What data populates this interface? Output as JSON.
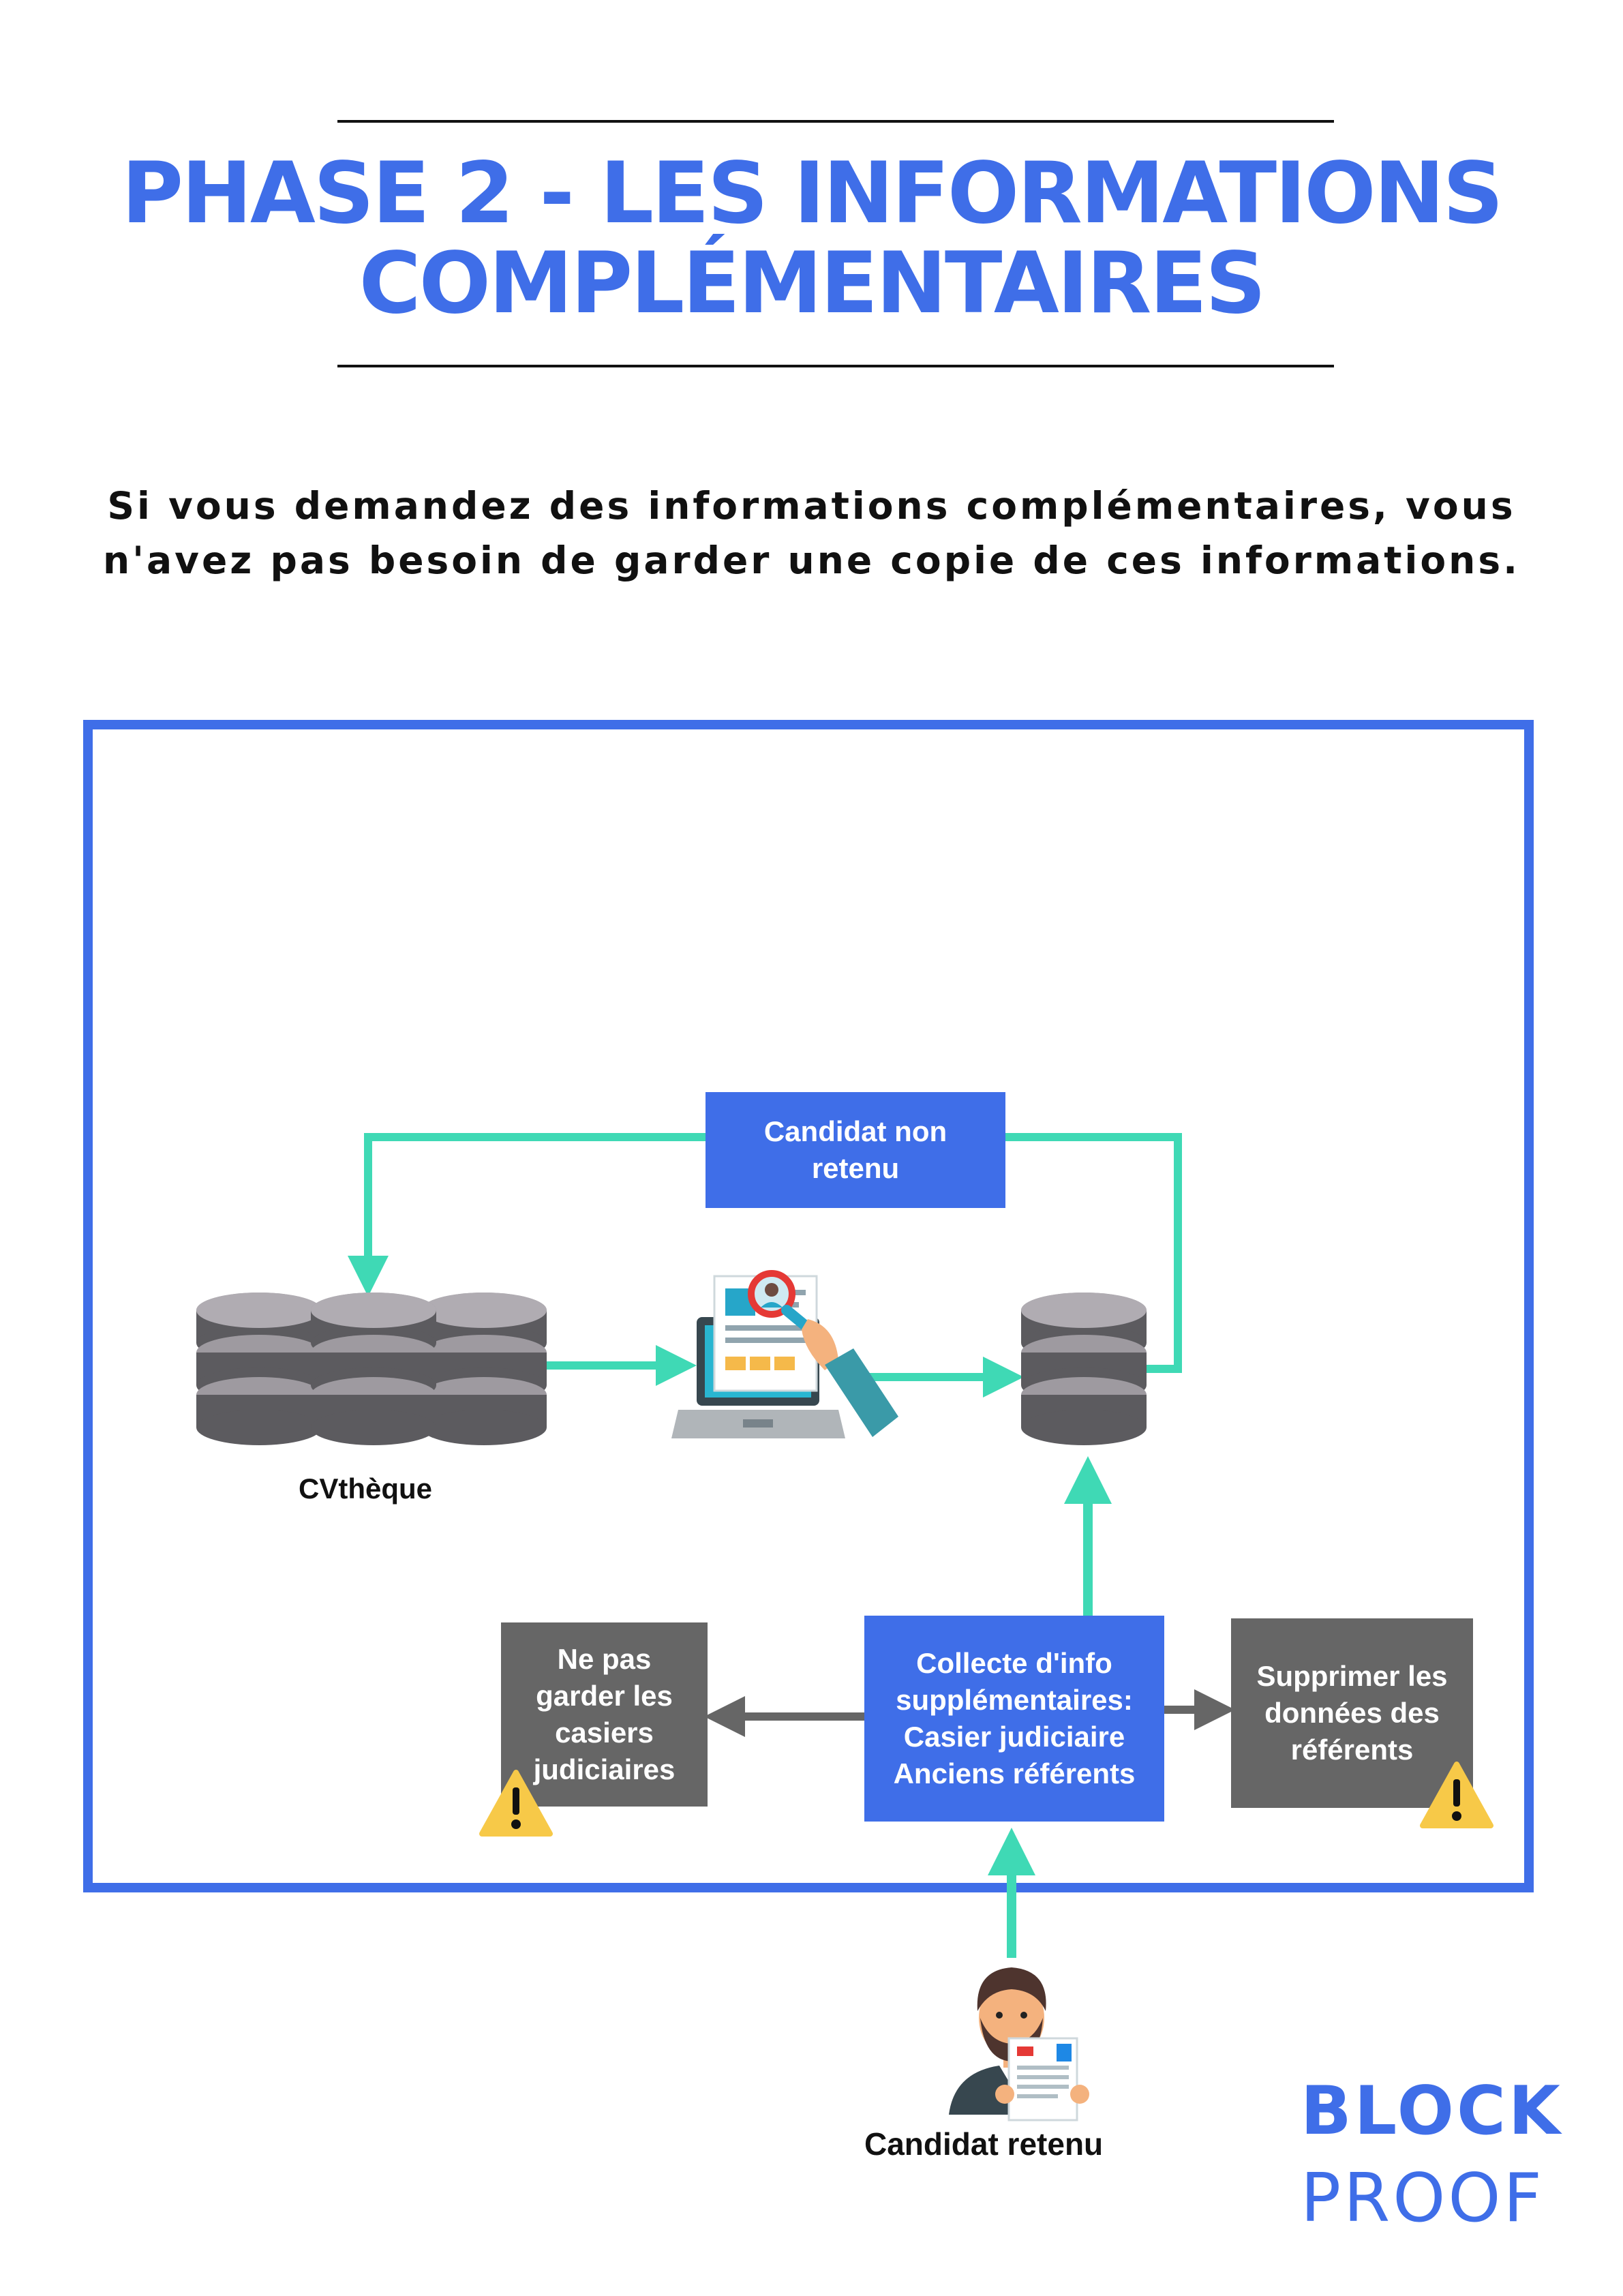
{
  "title": {
    "line1": "PHASE 2 - LES INFORMATIONS",
    "line2": "COMPLÉMENTAIRES"
  },
  "intro": {
    "line1": "Si vous demandez des informations complémentaires, vous",
    "line2": "n'avez pas besoin de garder une copie de ces informations."
  },
  "diagram": {
    "rejected_box": "Candidat non\nretenu",
    "cvtheque_label": "CVthèque",
    "collect_box": "Collecte d'info\nsupplémentaires:\nCasier judiciaire\nAnciens référents",
    "left_box": "Ne pas\ngarder les\ncasiers\njudiciaires",
    "right_box": "Supprimer les\ndonnées des\nréférents",
    "candidate_label": "Candidat retenu"
  },
  "logo": {
    "top": "BLOCK",
    "bottom": "PROOF"
  },
  "colors": {
    "accent": "#3f6ee8",
    "arrow_teal": "#3fd9b5",
    "box_gray": "#666666",
    "warning": "#f7c948"
  },
  "icons": [
    "database-icon",
    "laptop-cv-search-icon",
    "warning-icon",
    "candidate-person-icon"
  ]
}
